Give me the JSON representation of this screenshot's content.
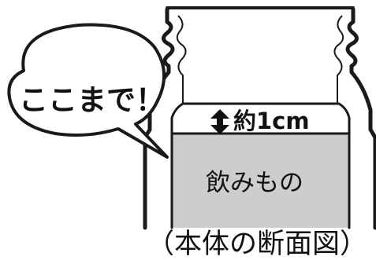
{
  "bubble": {
    "text": "ここまで！"
  },
  "gap_marker": {
    "text": "約1cm"
  },
  "liquid": {
    "label": "飲みもの"
  },
  "caption": {
    "text": "（本体の断面図）"
  },
  "colors": {
    "outline": "#1a1a1a",
    "liquid_fill": "#cdcdcd",
    "background": "#ffffff",
    "text": "#111111"
  }
}
